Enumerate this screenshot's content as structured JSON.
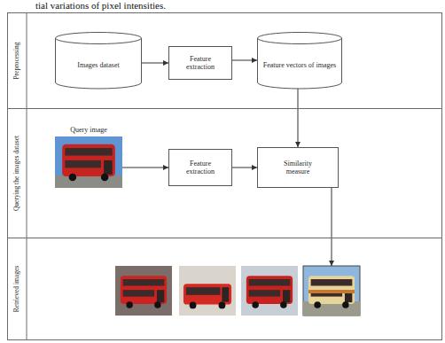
{
  "diagram": {
    "nodes": [
      {
        "text": [
          "Preprocessing"
        ]
      },
      {
        "text": [
          "Images dataset"
        ],
        "in": 0
      },
      {
        "text": [
          "Feature extraction"
        ],
        "in": 0
      },
      {
        "text": [
          "Feature vectors of images"
        ],
        "in": 0
      },
      {
        "text": [
          "Querying the images dataset"
        ]
      },
      {
        "text": [
          "Query image"
        ],
        "in": 4
      },
      {
        "text": [
          "Feature extraction"
        ],
        "in": 4
      },
      {
        "text": [
          "Similarity measure"
        ],
        "in": 4
      },
      {
        "text": [
          "Retrieved images"
        ]
      }
    ],
    "edges": [
      {
        "from": 1,
        "to": 2,
        "arrow": "to"
      },
      {
        "from": 2,
        "to": 3,
        "arrow": "to"
      },
      {
        "from": 3,
        "to": 7,
        "arrow": "to"
      },
      {
        "from": 5,
        "to": 6,
        "arrow": "to"
      },
      {
        "from": 6,
        "to": 7,
        "arrow": "to"
      },
      {
        "from": 7,
        "to": 8,
        "arrow": "to"
      }
    ],
    "labels": [
      "tial variations of pixel intensities."
    ]
  }
}
